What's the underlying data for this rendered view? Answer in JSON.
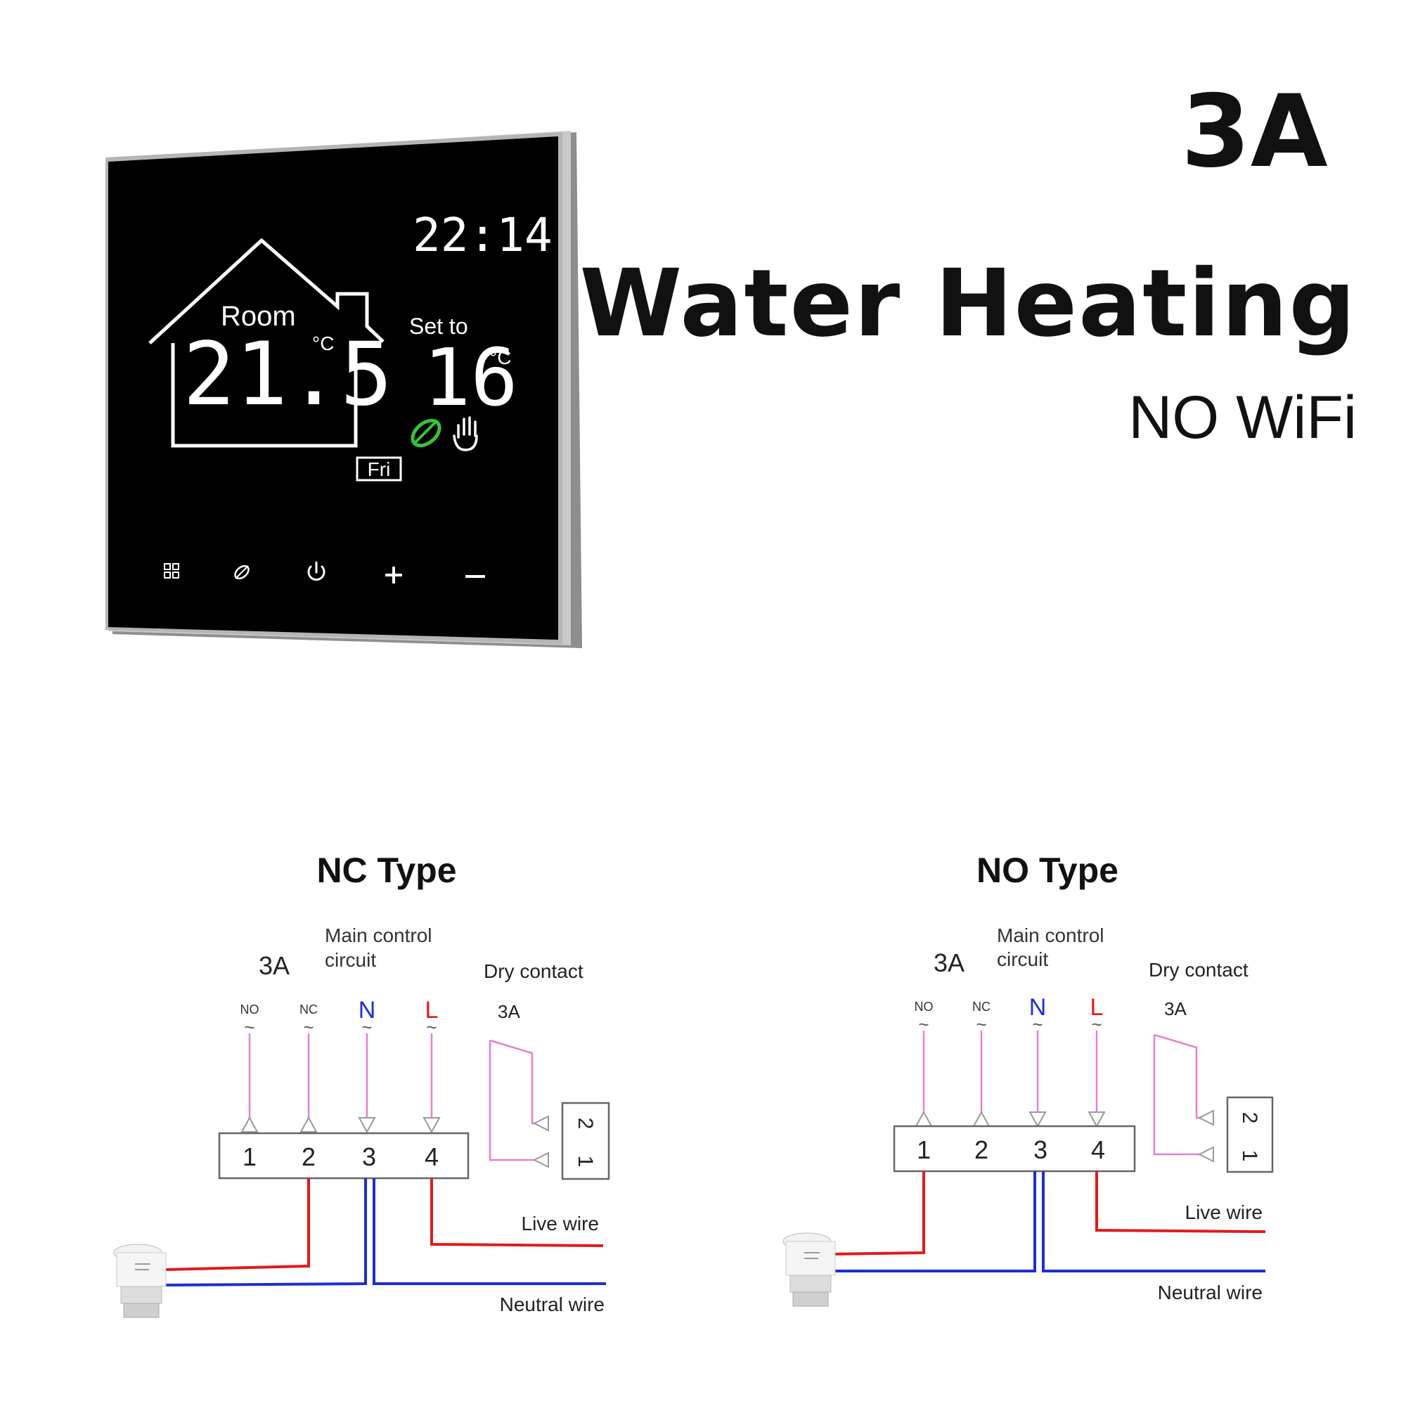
{
  "header": {
    "current_rating": "3A",
    "title": "Water Heating",
    "subtitle": "NO WiFi"
  },
  "thermostat": {
    "time": "22:14",
    "room_label": "Room",
    "room_temp": "21.5",
    "room_unit": "°C",
    "set_label": "Set to",
    "set_temp": "16",
    "set_unit": "°C",
    "day": "Fri",
    "buttons": [
      "menu-icon",
      "eco-leaf-icon",
      "power-icon",
      "plus-icon",
      "minus-icon"
    ],
    "colors": {
      "screen": "#000000",
      "text": "#ffffff",
      "eco": "#38c23a",
      "bezel": "#9a9a9a"
    }
  },
  "diagrams": [
    {
      "title": "NC Type",
      "rating": "3A",
      "main_control": [
        "Main control",
        "circuit"
      ],
      "dry_contact": "Dry contact",
      "dry_rating": "3A",
      "terminal_labels": [
        "NO",
        "NC",
        "N",
        "L"
      ],
      "tilde": "~",
      "terminals": [
        "1",
        "2",
        "3",
        "4"
      ],
      "contact_terminals": [
        "2",
        "1"
      ],
      "live": "Live wire",
      "neutral": "Neutral wire"
    },
    {
      "title": "NO Type",
      "rating": "3A",
      "main_control": [
        "Main control",
        "circuit"
      ],
      "dry_contact": "Dry contact",
      "dry_rating": "3A",
      "terminal_labels": [
        "NO",
        "NC",
        "N",
        "L"
      ],
      "tilde": "~",
      "terminals": [
        "1",
        "2",
        "3",
        "4"
      ],
      "contact_terminals": [
        "2",
        "1"
      ],
      "live": "Live wire",
      "neutral": "Neutral wire"
    }
  ],
  "wire_colors": {
    "live": "#e01b1b",
    "neutral": "#1c2fd0",
    "control": "#e87fd0",
    "N_label": "#1c2fd0",
    "L_label": "#e01b1b"
  }
}
